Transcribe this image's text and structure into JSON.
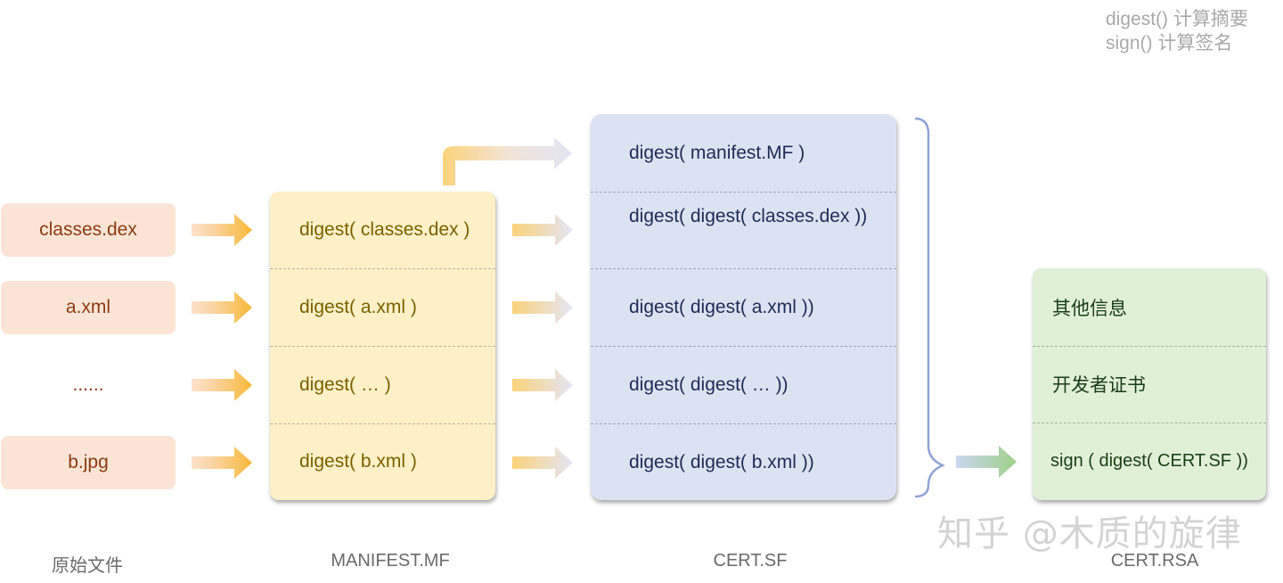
{
  "legend": {
    "line1": "digest() 计算摘要",
    "line2": "sign() 计算签名"
  },
  "sources": [
    {
      "label": "classes.dex"
    },
    {
      "label": "a.xml"
    },
    {
      "label": "......"
    },
    {
      "label": "b.jpg"
    }
  ],
  "manifest_rows": [
    {
      "text": "digest( classes.dex )"
    },
    {
      "text": "digest( a.xml )"
    },
    {
      "text": "digest( … )"
    },
    {
      "text": "digest( b.xml )"
    }
  ],
  "certsf_rows": [
    {
      "text": "digest( manifest.MF )"
    },
    {
      "text": "digest( digest( classes.dex ))"
    },
    {
      "text": "digest( digest( a.xml ))"
    },
    {
      "text": "digest( digest( … ))"
    },
    {
      "text": "digest( digest( b.xml ))"
    }
  ],
  "certrsa_rows": [
    {
      "text": "其他信息"
    },
    {
      "text": "开发者证书"
    },
    {
      "text": "sign ( digest( CERT.SF ))"
    }
  ],
  "captions": {
    "source": "原始文件",
    "manifest": "MANIFEST.MF",
    "certsf": "CERT.SF",
    "certrsa": "CERT.RSA"
  },
  "watermark": "知乎 @木质的旋律",
  "colors": {
    "source_fill": "#fbe4d6",
    "manifest_fill": "#fdf0c6",
    "certsf_fill": "#dbe3f3",
    "certrsa_fill": "#e0f0d7",
    "arrow_orange": "#f5b43c",
    "arrow_blue": "#b7c6ec",
    "arrow_green": "#9fd08a"
  }
}
